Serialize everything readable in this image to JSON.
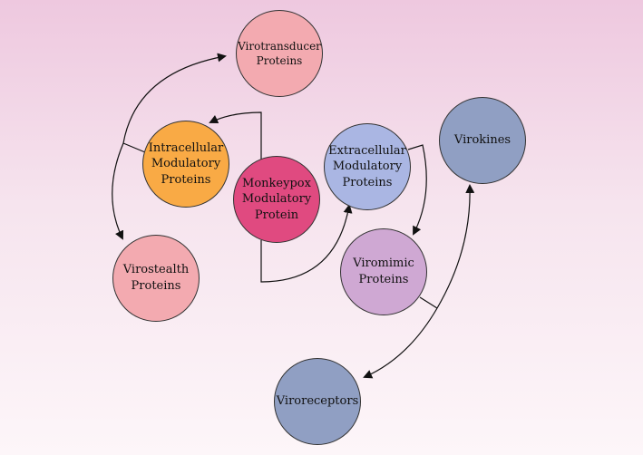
{
  "diagram": {
    "nodes": {
      "center": {
        "label": "Monkeypox\nModulatory\nProtein",
        "color": "#e04a80"
      },
      "virotransducer": {
        "label": "Virotransducer\nProteins",
        "color": "#f3aab0"
      },
      "intracellular": {
        "label": "Intracellular\nModulatory\nProteins",
        "color": "#f9aa45"
      },
      "virostealth": {
        "label": "Virostealth\nProteins",
        "color": "#f3aab0"
      },
      "extracellular": {
        "label": "Extracellular\nModulatory\nProteins",
        "color": "#aab6e3"
      },
      "viromimic": {
        "label": "Viromimic\nProteins",
        "color": "#cfa8d3"
      },
      "virokines": {
        "label": "Virokines",
        "color": "#909fc3"
      },
      "viroreceptors": {
        "label": "Viroreceptors",
        "color": "#909fc3"
      }
    }
  }
}
